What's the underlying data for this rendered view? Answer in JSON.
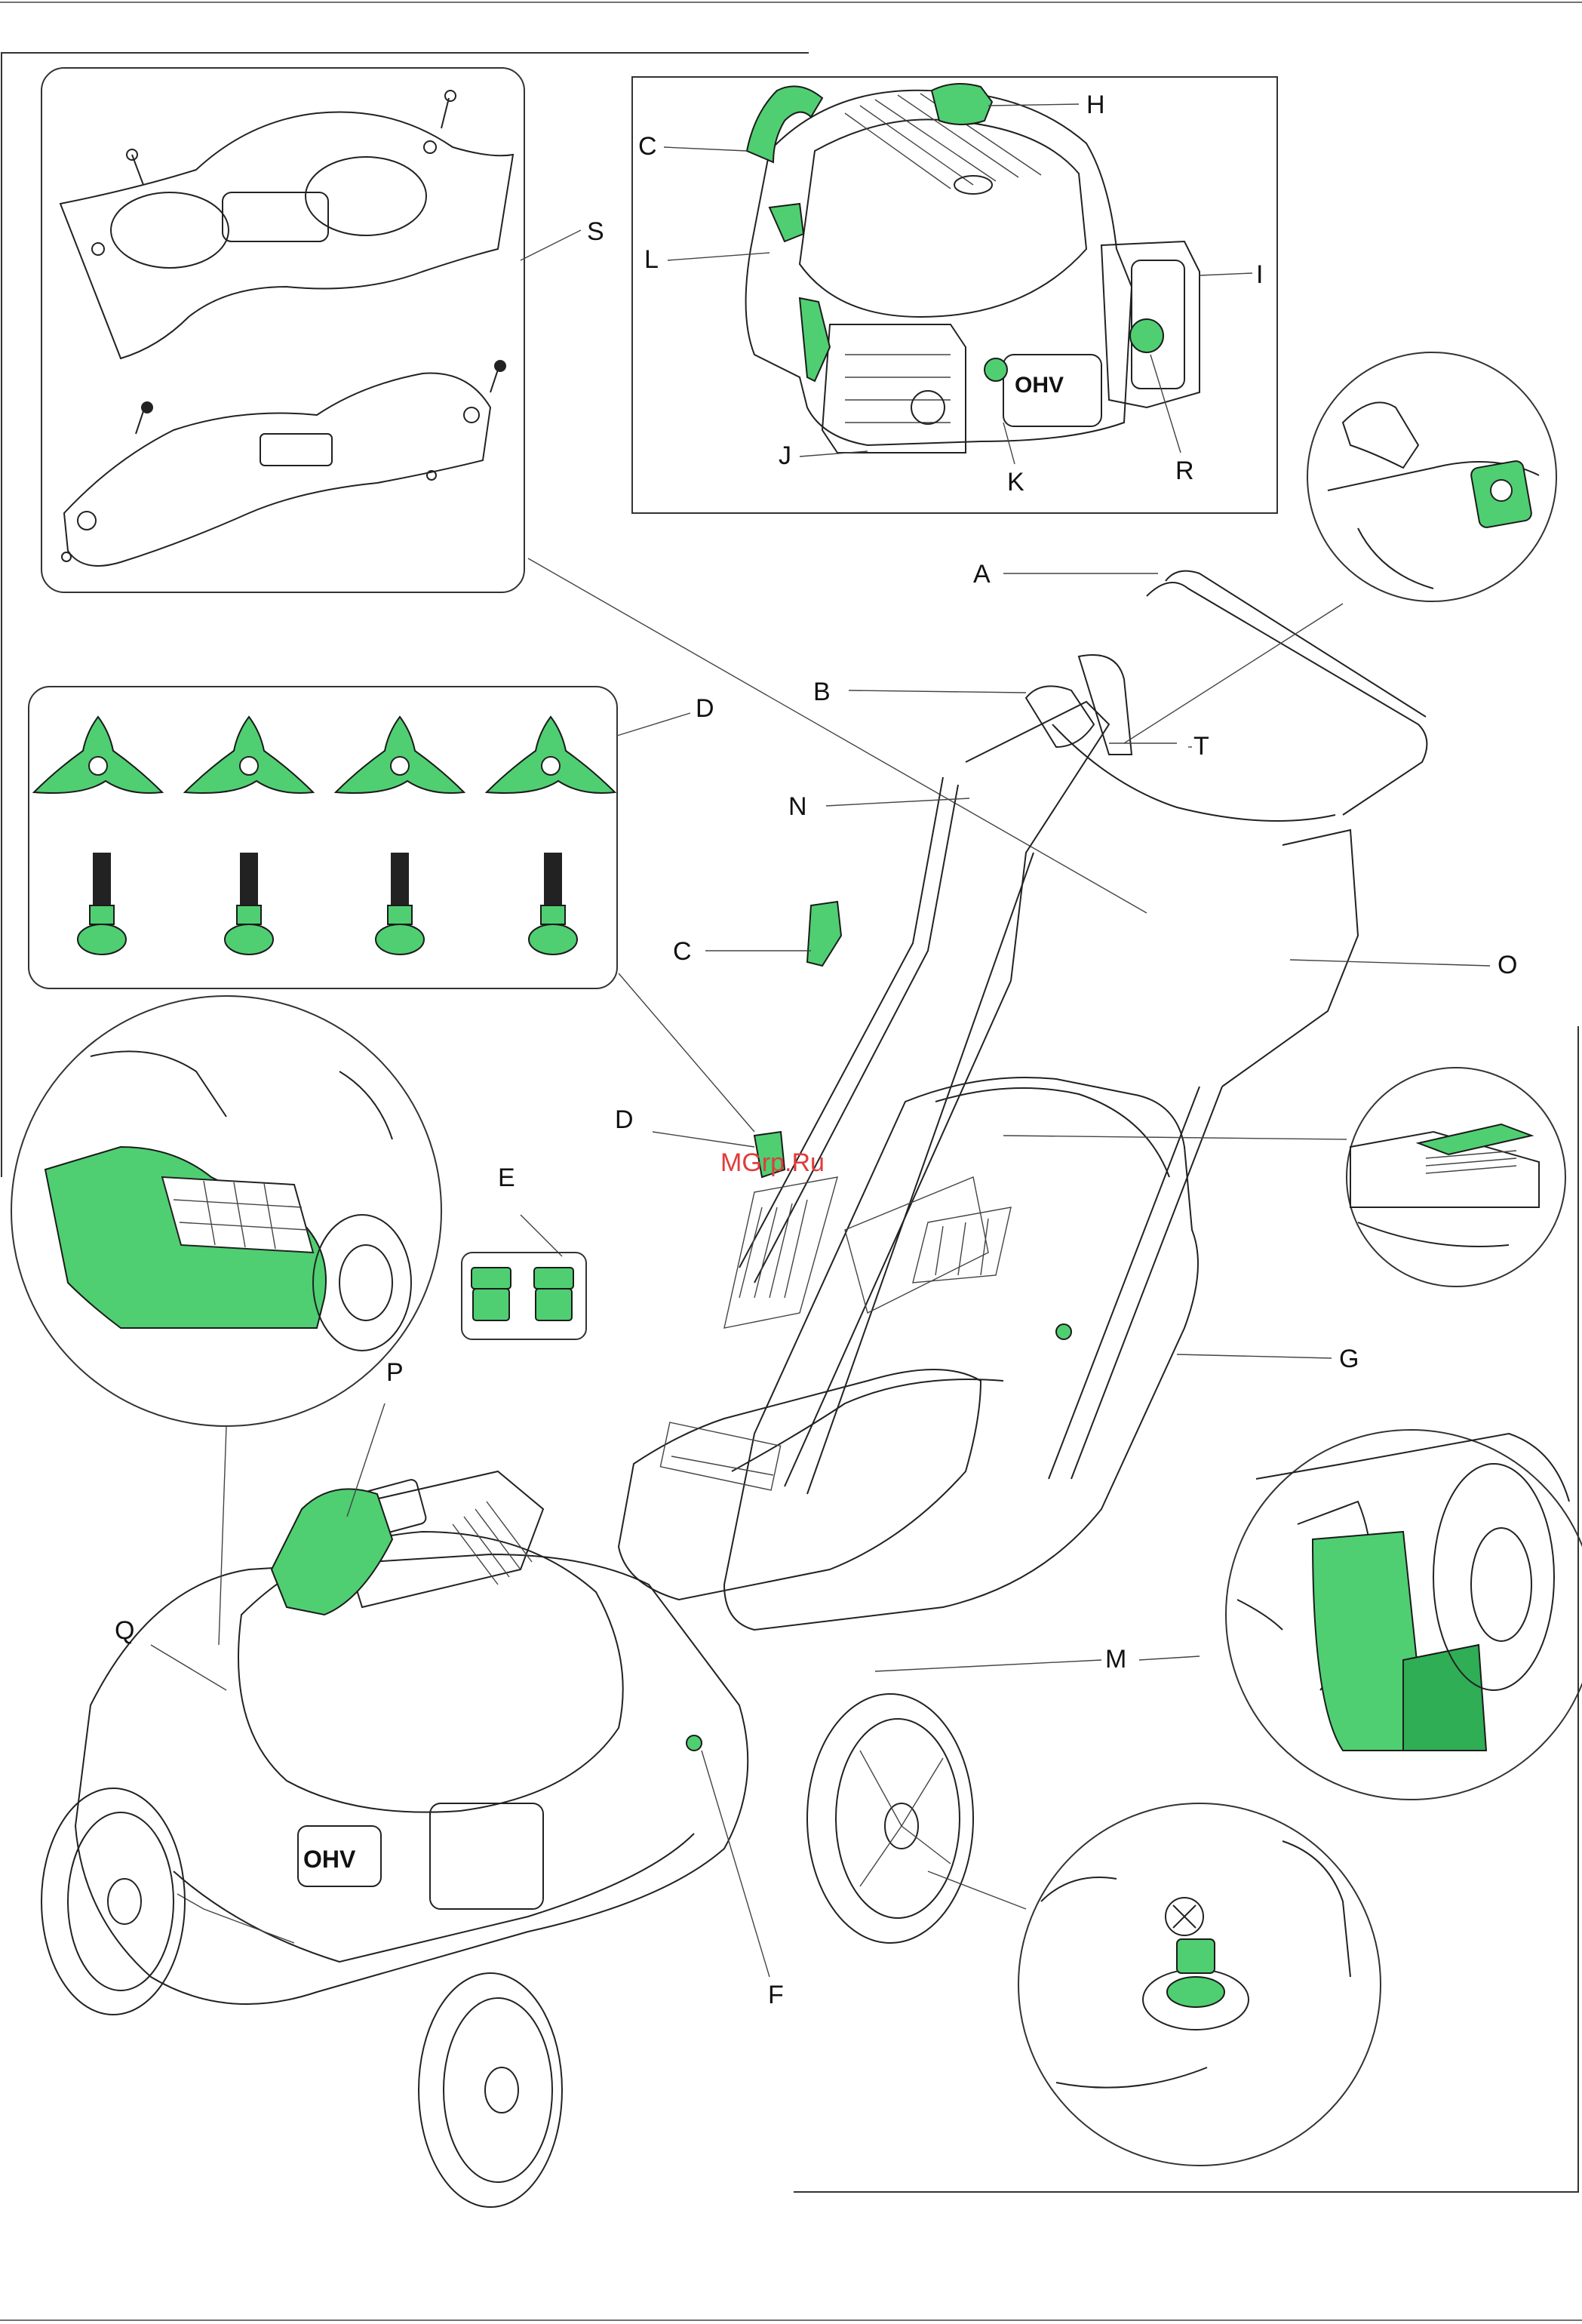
{
  "watermark": "MGrp.Ru",
  "colors": {
    "part_green": "#4fcf72",
    "outline": "#222222",
    "watermark": "#e23b3b"
  },
  "labels": {
    "A": "A",
    "B": "B",
    "C_engine": "C",
    "C_handle": "C",
    "D_box": "D",
    "D_handle": "D",
    "E": "E",
    "F": "F",
    "G": "G",
    "H": "H",
    "I": "I",
    "J": "J",
    "K": "K",
    "L": "L",
    "M": "M",
    "N": "N",
    "O": "O",
    "P": "P",
    "Q": "Q",
    "R": "R",
    "S": "S",
    "T": "T"
  },
  "engine_badge": "OHV",
  "mower_badge": "OHV"
}
